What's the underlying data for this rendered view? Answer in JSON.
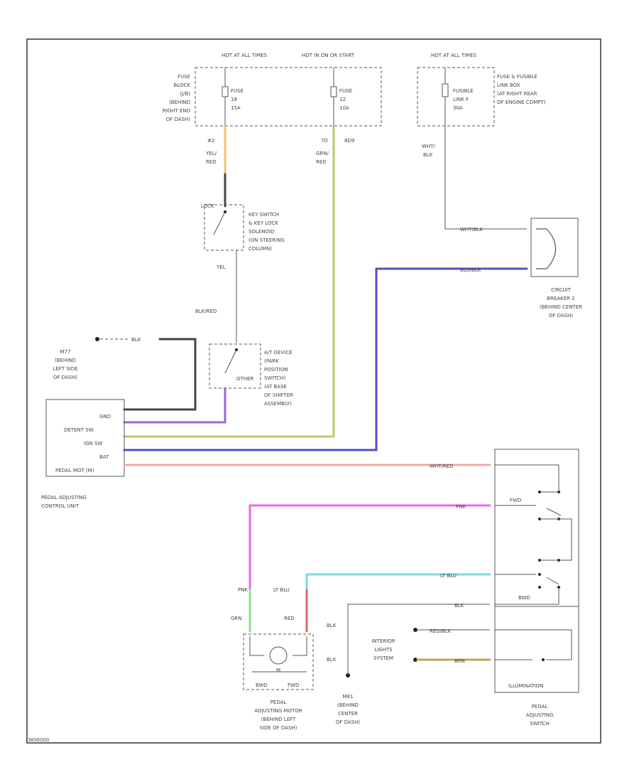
{
  "diagram": {
    "fig_id": "W00000",
    "power": {
      "hot_at_all_times_1": "HOT AT ALL TIMES",
      "hot_in_on_or_start": "HOT IN ON OR START",
      "hot_at_all_times_2": "HOT AT ALL TIMES"
    },
    "fuse_block": {
      "label": [
        "FUSE",
        "BLOCK",
        "(J/B)",
        "(BEHIND",
        "RIGHT END",
        "OF DASH)"
      ],
      "fuse_1": [
        "FUSE",
        "18",
        "15A"
      ],
      "fuse_2": [
        "FUSE",
        "12",
        "10A"
      ],
      "term_1": "#2",
      "term_2": "7D",
      "term_3": "8D9"
    },
    "fusible_link_box": {
      "label": [
        "FUSE & FUSIBLE",
        "LINK BOX",
        "(AT RIGHT REAR",
        "OF ENGINE COMPT)"
      ],
      "link": [
        "FUSIBLE",
        "LINK F",
        "30A"
      ]
    },
    "wire_colors": {
      "yel_red": [
        "YEL/",
        "RED"
      ],
      "grn_red": [
        "GRN/",
        "RED"
      ],
      "wht_blk_1": [
        "WHT/",
        "BLK"
      ],
      "wht_blk_2": "WHT/BLK",
      "blu_blk": "BLU/BLK",
      "yel": "YEL",
      "blk_red": "BLK/RED",
      "wht_red": "WHT/RED",
      "pnk": "PNK",
      "lt_blu": "LT BLU",
      "blk": "BLK",
      "grn": "GRN",
      "red": "RED",
      "red_blk": "RED/BLK",
      "brn": "BRN"
    },
    "key_switch": {
      "state": "LOCK",
      "label": [
        "KEY SWITCH",
        "& KEY LOCK",
        "SOLENOID",
        "(ON STEERING",
        "COLUMN)"
      ]
    },
    "at_device": {
      "label": [
        "A/T DEVICE",
        "(PARK",
        "POSITION",
        "SWITCH)",
        "(AT BASE",
        "OF SHIFTER",
        "ASSEMBLY)"
      ],
      "state": "OTHER"
    },
    "circuit_breaker": {
      "label": [
        "CIRCUIT",
        "BREAKER 2",
        "(BEHIND CENTER",
        "OF DASH)"
      ]
    },
    "ground_1": {
      "wire": "BLK",
      "label": [
        "M77",
        "(BEHIND",
        "LEFT SIDE",
        "OF DASH)"
      ]
    },
    "ground_2": {
      "label": [
        "M81",
        "(BEHIND",
        "CENTER",
        "OF DASH)"
      ]
    },
    "control_unit": {
      "pins": [
        "GND",
        "DETENT SW",
        "IGN SW",
        "BAT",
        "PEDAL MOT (M)"
      ],
      "label": [
        "PEDAL ADJUSTING",
        "CONTROL UNIT"
      ]
    },
    "motor": {
      "label": [
        "PEDAL",
        "ADJUSTING MOTOR",
        "(BEHIND LEFT",
        "SIDE OF DASH)"
      ],
      "symbol": "M",
      "bwd": "BWD",
      "fwd": "FWD"
    },
    "switch": {
      "fwd": "FWD",
      "bwd": "BWD",
      "illumination": "ILLUMINATION",
      "label": [
        "PEDAL",
        "ADJUSTING",
        "SWITCH"
      ]
    },
    "interior_lights": [
      "INTERIOR",
      "LIGHTS",
      "SYSTEM"
    ]
  },
  "colors": {
    "yel_red_wire": "#f2c36b",
    "grn_red_wire": "#b5cc6a",
    "blu_blk_wire": "#5050c8",
    "yel_wire": "#888888",
    "blk_red_wire": "#777777",
    "blu_red_wire": "#9a6ad0",
    "wht_red_wire": "#f0a8a8",
    "pnk_wire": "#ee66ee",
    "lt_blu_wire": "#77dddd",
    "grn_wire": "#88dd88",
    "red_wire": "#dd6666",
    "brn_wire": "#c8a050"
  }
}
